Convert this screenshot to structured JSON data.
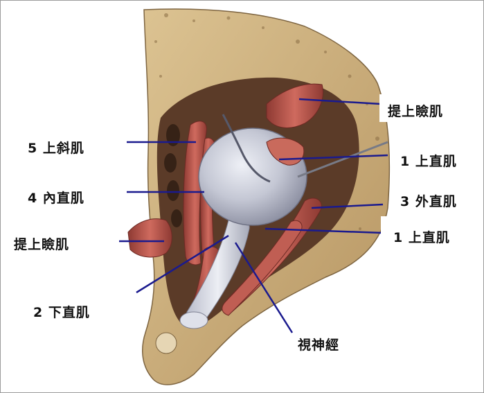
{
  "colors": {
    "leader_line": "#1a1a8e",
    "muscle": "#b8524a",
    "bone": "#c9ae7e",
    "eyeball": "#c7c9d6"
  },
  "labels": {
    "levator_top": "提上瞼肌",
    "superior_oblique": "5 上斜肌",
    "superior_rectus_a": "1 上直肌",
    "medial_rectus": "4 內直肌",
    "lateral_rectus": "3 外直肌",
    "levator_left": "提上瞼肌",
    "superior_rectus_b": "1 上直肌",
    "inferior_rectus": "2 下直肌",
    "optic_nerve": "視神經"
  }
}
